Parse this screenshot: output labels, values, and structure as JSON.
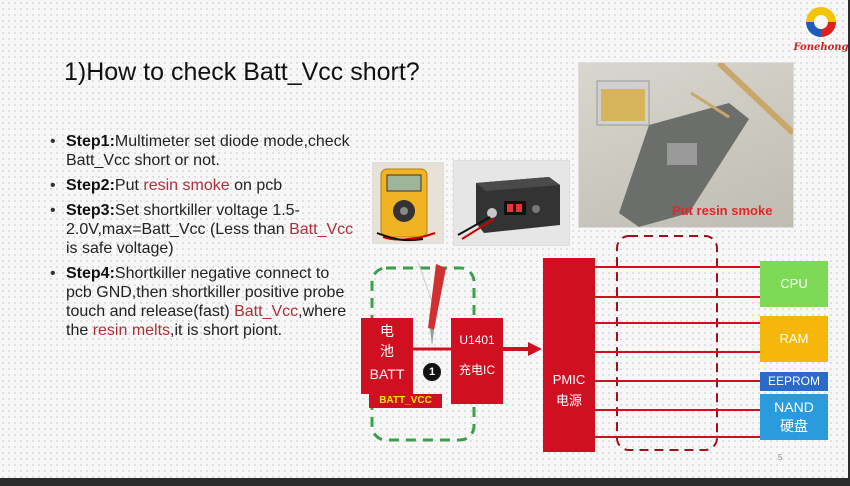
{
  "logo": {
    "text": "Fonehong"
  },
  "title": "1)How to check Batt_Vcc short?",
  "steps": [
    {
      "label": "Step1:",
      "parts": [
        {
          "text": "Multimeter set diode mode,check Batt_Vcc short or not."
        }
      ]
    },
    {
      "label": "Step2:",
      "parts": [
        {
          "text": "Put "
        },
        {
          "text": "resin smoke",
          "red": true
        },
        {
          "text": " on pcb"
        }
      ]
    },
    {
      "label": "Step3:",
      "parts": [
        {
          "text": "Set shortkiller voltage 1.5-2.0V,max=Batt_Vcc (Less than "
        },
        {
          "text": "Batt_Vcc",
          "red": true
        },
        {
          "text": " is safe voltage)"
        }
      ]
    },
    {
      "label": "Step4:",
      "parts": [
        {
          "text": "Shortkiller negative connect to pcb GND,then shortkiller positive probe touch and release(fast) "
        },
        {
          "text": "Batt_Vcc",
          "red": true
        },
        {
          "text": ",where the "
        },
        {
          "text": "resin melts",
          "red": true
        },
        {
          "text": ",it is short piont."
        }
      ]
    }
  ],
  "photos": {
    "board_label": "Put resin smoke"
  },
  "diagram": {
    "battery": {
      "line1": "电",
      "line2": "池",
      "line3": "BATT"
    },
    "batt_vcc": "BATT_VCC",
    "marker": "1",
    "charger": {
      "line1": "U1401",
      "line2": "充电IC"
    },
    "pmic": {
      "line1": "PMIC",
      "line2": "电源"
    },
    "blocks": [
      "CPU",
      "RAM",
      "EEPROM",
      "NAND",
      "硬盘"
    ]
  },
  "page_number": "5",
  "colors": {
    "diagram_red": "#d01020",
    "green_block": "#7ed957",
    "blue_block": "#2a6bc9",
    "dashed_green": "#3aa04a",
    "dashed_red": "#a01018"
  }
}
